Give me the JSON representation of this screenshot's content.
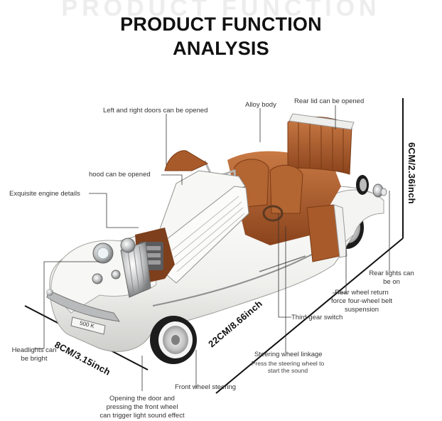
{
  "ghost_text": "PRODUCT FUNCTION",
  "title": {
    "line1": "PRODUCT FUNCTION",
    "line2": "ANALYSIS"
  },
  "labels": {
    "doors": "Left and right doors can be opened",
    "alloy": "Alloy body",
    "rear_lid": "Rear lid can be opened",
    "hood": "hood can be opened",
    "engine": "Exquisite engine details",
    "rear_lights_1": "Rear lights can",
    "rear_lights_2": "be on",
    "rear_wheel_1": "Rear wheel return",
    "rear_wheel_2": "force four-wheel belt",
    "rear_wheel_3": "suspension",
    "gear": "Third gear switch",
    "headlights_1": "Headlights can",
    "headlights_2": "be bright",
    "steering_linkage": "Steering wheel linkage",
    "steering_sub_1": "Press the steering wheel to",
    "steering_sub_2": "start the sound",
    "front_steering": "Front wheel steering",
    "door_press_1": "Opening the door and",
    "door_press_2": "pressing the front wheel",
    "door_press_3": "can trigger light sound effect"
  },
  "dimensions": {
    "height": "6CM/2.36inch",
    "length": "22CM/8.66inch",
    "width": "8CM/3.15inch"
  },
  "plate_text": "500 K",
  "colors": {
    "body": "#f3f3f0",
    "interior": "#a85a2a",
    "chrome": "#c9cacc",
    "tire": "#1c1c1c"
  }
}
